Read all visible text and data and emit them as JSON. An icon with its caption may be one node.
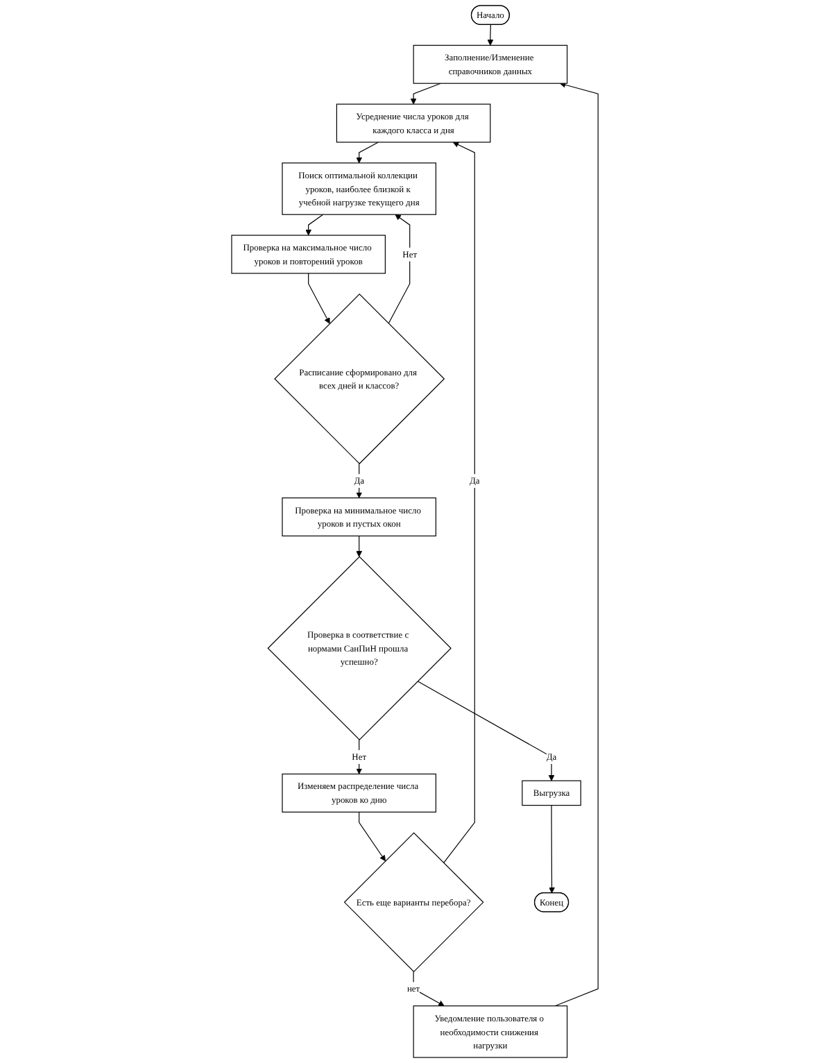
{
  "diagram": {
    "nodes": [
      {
        "text": [
          "Начало"
        ]
      },
      {
        "text": [
          "Заполнение/Изменение справочников данных"
        ]
      },
      {
        "text": [
          "Усреднение числа уроков для каждого класса и дня"
        ]
      },
      {
        "text": [
          "Поиск оптимальной коллекции уроков, наиболее близкой к учебной нагрузке текущего дня"
        ]
      },
      {
        "text": [
          "Проверка на максимальное число уроков и повторений уроков"
        ]
      },
      {
        "text": [
          "Расписание сформировано для всех дней и классов?"
        ]
      },
      {
        "text": [
          "Проверка на минимальное число уроков и пустых окон"
        ]
      },
      {
        "text": [
          "Проверка в соответствие с нормами СанПиН прошла успешно?"
        ]
      },
      {
        "text": [
          "Изменяем распределение числа уроков ко дню"
        ]
      },
      {
        "text": [
          "Есть еще варианты перебора?"
        ]
      },
      {
        "text": [
          "Уведомление пользователя о необходимости снижения нагрузки"
        ]
      },
      {
        "text": [
          "Выгрузка"
        ]
      },
      {
        "text": [
          "Конец"
        ]
      }
    ],
    "edges": [
      {
        "from": 0,
        "to": 1,
        "arrow": "to"
      },
      {
        "from": 1,
        "to": 2,
        "arrow": "to"
      },
      {
        "from": 2,
        "to": 3,
        "arrow": "to"
      },
      {
        "from": 3,
        "to": 4,
        "arrow": "to"
      },
      {
        "from": 4,
        "to": 5,
        "arrow": "to"
      },
      {
        "from": 5,
        "to": 3,
        "arrow": "to",
        "label": "Нет"
      },
      {
        "from": 5,
        "to": 6,
        "arrow": "to",
        "label": "Да"
      },
      {
        "from": 6,
        "to": 7,
        "arrow": "to"
      },
      {
        "from": 7,
        "to": 8,
        "arrow": "to",
        "label": "Нет"
      },
      {
        "from": 7,
        "to": 11,
        "arrow": "to",
        "label": "Да"
      },
      {
        "from": 8,
        "to": 9,
        "arrow": "to"
      },
      {
        "from": 9,
        "to": 2,
        "arrow": "to",
        "label": "Да"
      },
      {
        "from": 9,
        "to": 10,
        "arrow": "to",
        "label": "нет"
      },
      {
        "from": 10,
        "to": 1,
        "arrow": "to"
      },
      {
        "from": 11,
        "to": 12,
        "arrow": "to"
      }
    ]
  }
}
